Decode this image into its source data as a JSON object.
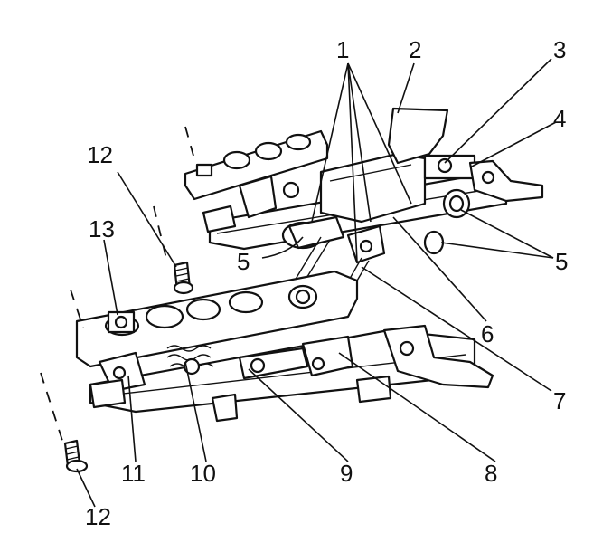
{
  "callouts": {
    "c1": "1",
    "c2": "2",
    "c3": "3",
    "c4": "4",
    "c5a": "5",
    "c5b": "5",
    "c6": "6",
    "c7": "7",
    "c8": "8",
    "c9": "9",
    "c10": "10",
    "c11": "11",
    "c12a": "12",
    "c12b": "12",
    "c13": "13"
  }
}
